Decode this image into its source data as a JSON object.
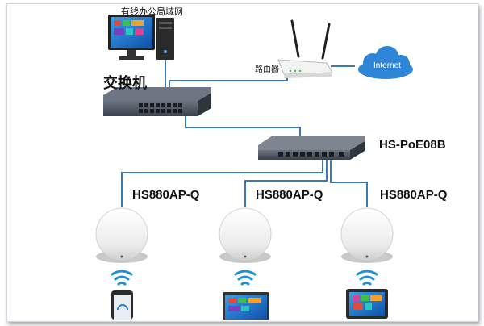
{
  "labels": {
    "lan": "有线办公局域网",
    "router": "路由器",
    "switch": "交换机",
    "internet": "Internet",
    "poe_switch": "HS-PoE08B",
    "ap_1": "HS880AP-Q",
    "ap_2": "HS880AP-Q",
    "ap_3": "HS880AP-Q"
  },
  "colors": {
    "cable": "#3b78b8",
    "cloud": "#2f86d6",
    "switch_body": "#4a5360",
    "ap_body": "#f2f2f2",
    "wifi_signal": "#1e90d6"
  },
  "icons": [
    "desktop-pc-icon",
    "router-icon",
    "internet-cloud-icon",
    "switch-icon",
    "poe-switch-icon",
    "access-point-icon",
    "wifi-signal-icon",
    "smartphone-icon",
    "laptop-icon",
    "tablet-icon"
  ]
}
